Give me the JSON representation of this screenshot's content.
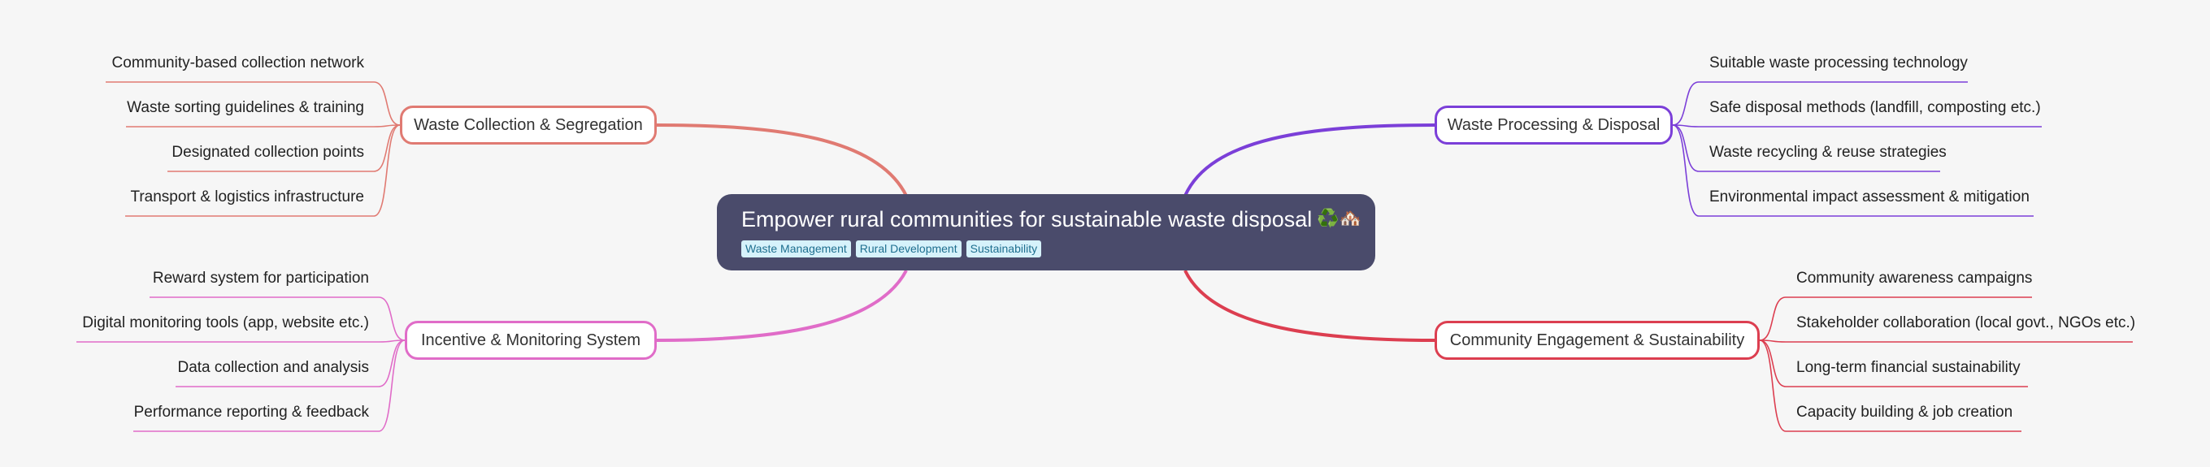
{
  "root": {
    "title": "Empower rural communities for sustainable waste disposal",
    "emoji": "♻️🏘️",
    "tags": [
      "Waste Management",
      "Rural Development",
      "Sustainability"
    ]
  },
  "colors": {
    "waste_collection": "#e07a72",
    "processing": "#7b3fd8",
    "incentive": "#e06cc8",
    "engagement": "#dc3e50",
    "root_bg": "#4a4b6b"
  },
  "branches": {
    "collection": {
      "label": "Waste Collection & Segregation",
      "leaves": [
        "Community-based collection network",
        "Waste sorting guidelines & training",
        "Designated collection points",
        "Transport & logistics infrastructure"
      ]
    },
    "incentive": {
      "label": "Incentive & Monitoring System",
      "leaves": [
        "Reward system for participation",
        "Digital monitoring tools (app, website etc.)",
        "Data collection and analysis",
        "Performance reporting & feedback"
      ]
    },
    "processing": {
      "label": "Waste Processing & Disposal",
      "leaves": [
        "Suitable waste processing technology",
        "Safe disposal methods (landfill, composting etc.)",
        "Waste recycling & reuse strategies",
        "Environmental impact assessment & mitigation"
      ]
    },
    "engagement": {
      "label": "Community Engagement & Sustainability",
      "leaves": [
        "Community awareness campaigns",
        "Stakeholder collaboration (local govt., NGOs etc.)",
        "Long-term financial sustainability",
        "Capacity building & job creation"
      ]
    }
  }
}
